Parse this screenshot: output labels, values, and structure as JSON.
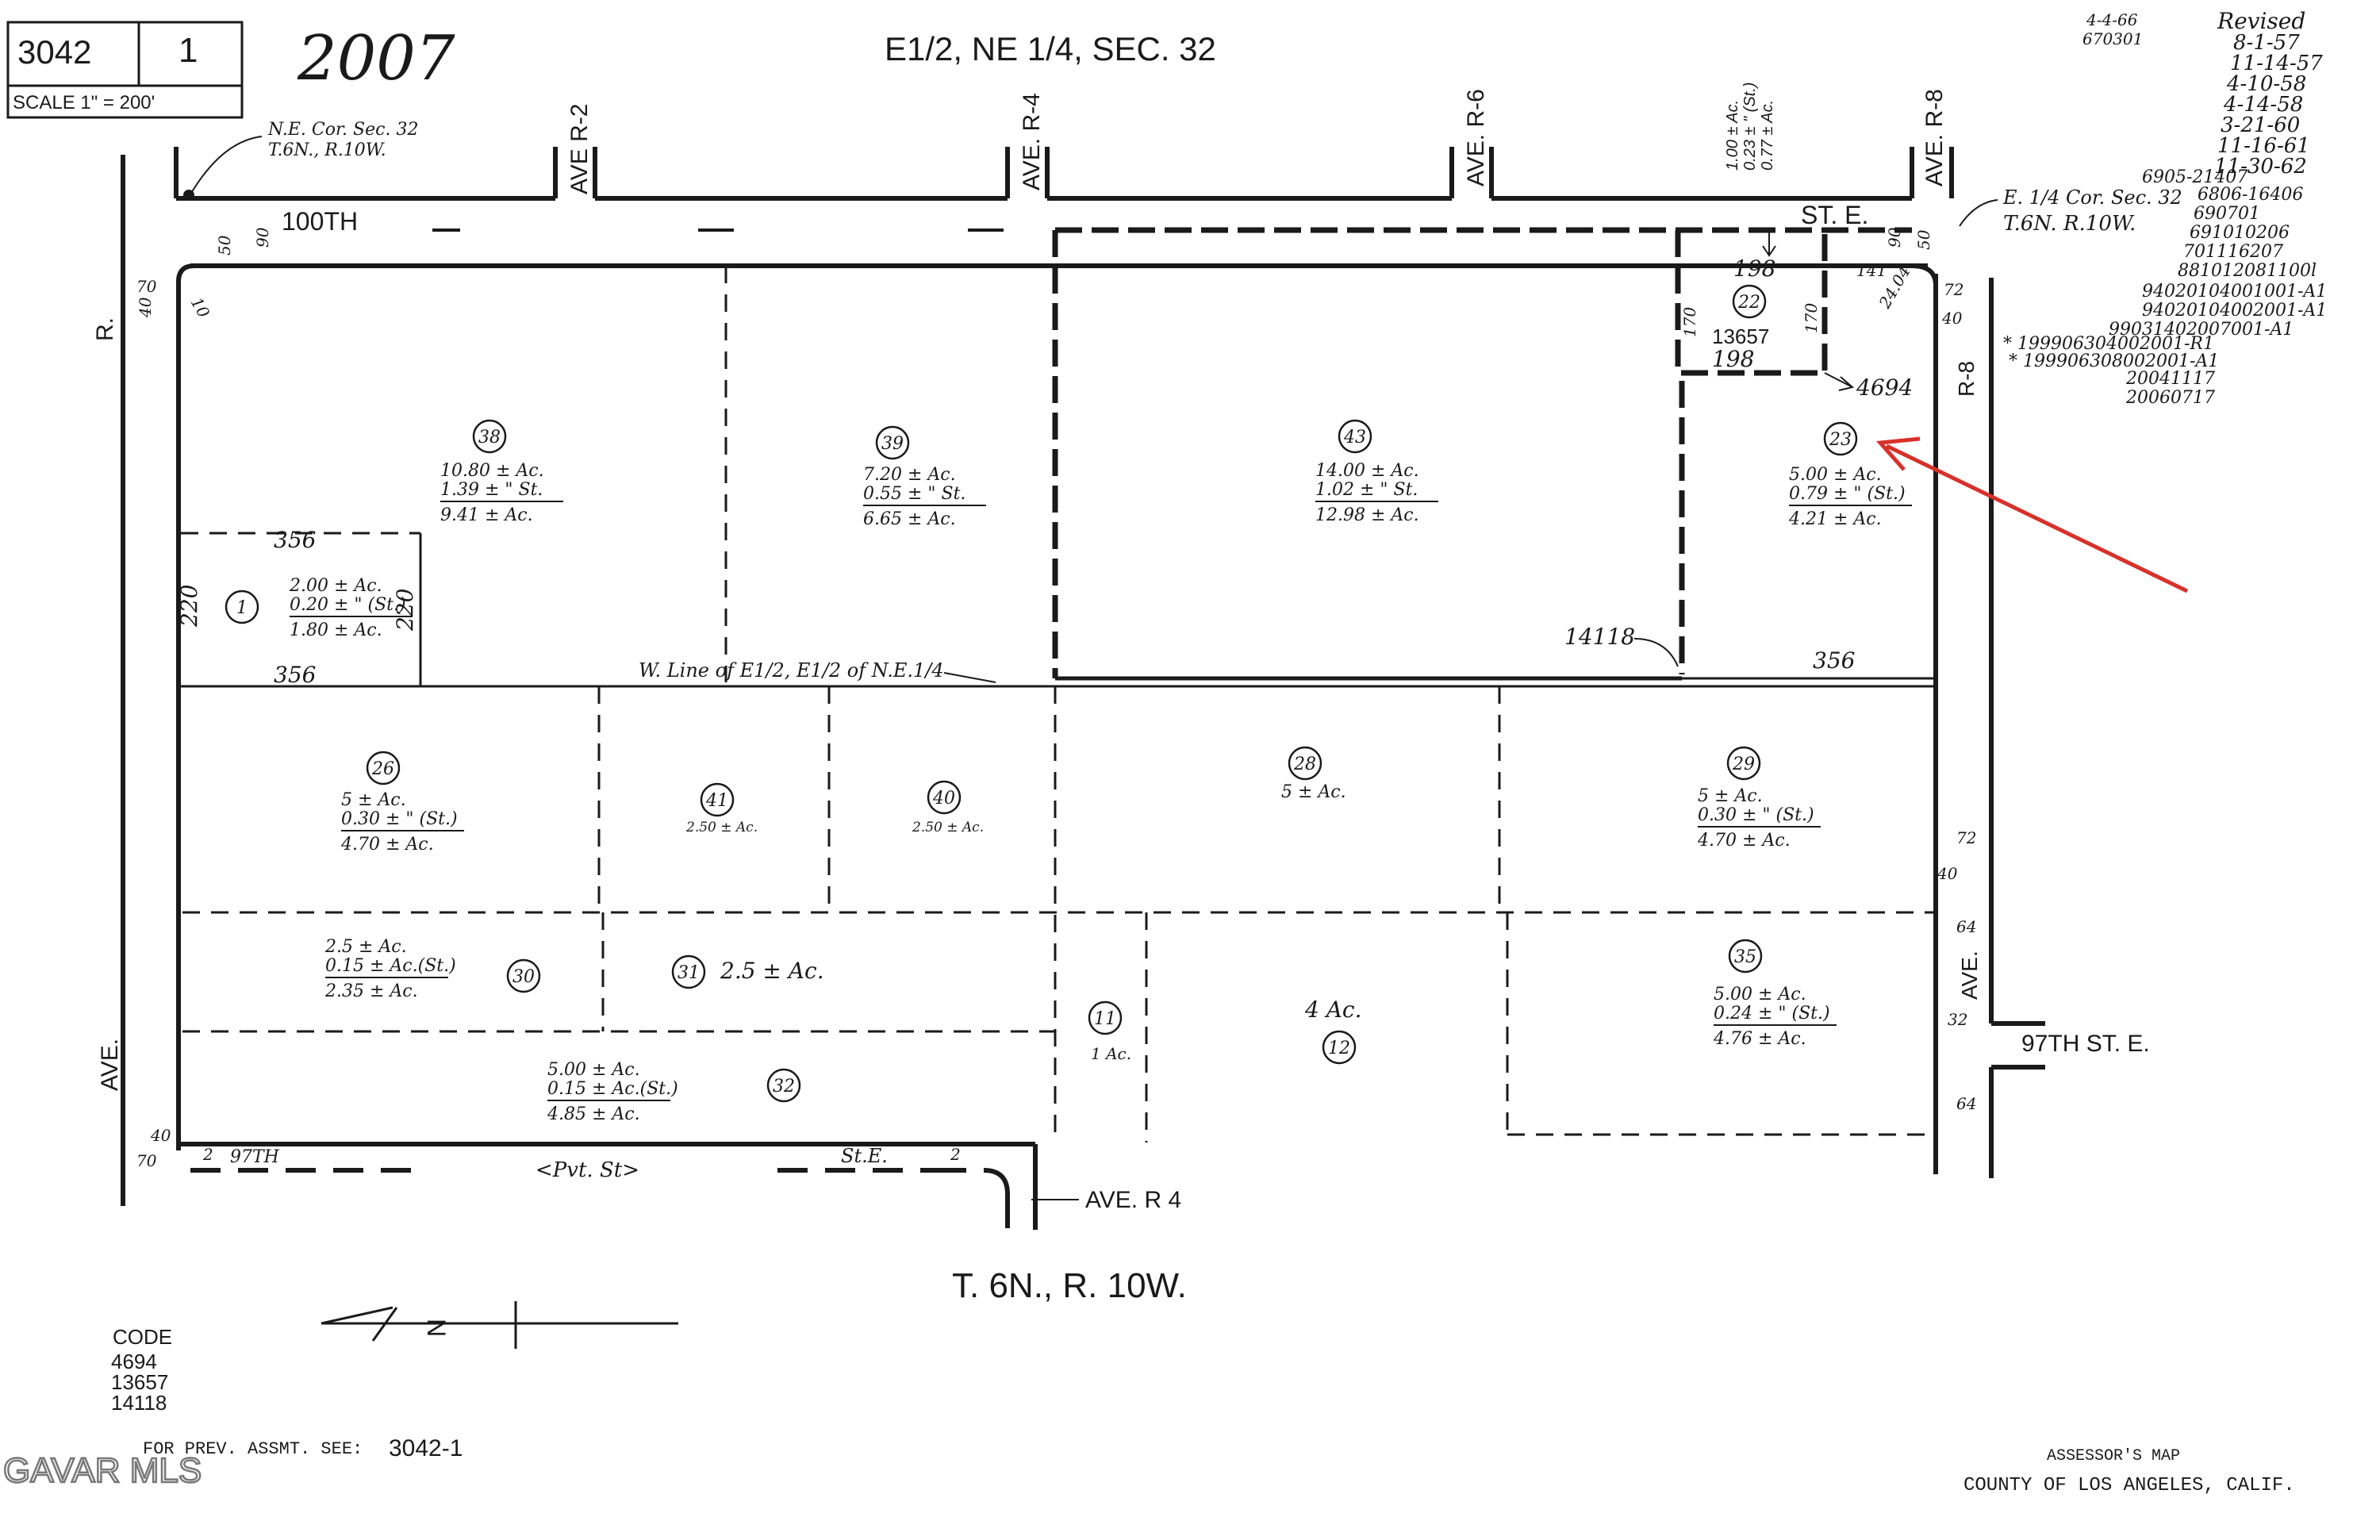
{
  "header": {
    "map_book": "3042",
    "map_page": "1",
    "scale": "SCALE 1\"  = 200'",
    "year": "2007",
    "title": "E1/2, NE 1/4, SEC. 32",
    "revision_date": "4-4-66",
    "revision_code": "670301",
    "revised_label": "Revised",
    "revisions": [
      "8-1-57",
      "11-14-57",
      "4-10-58",
      "4-14-58",
      "3-21-60",
      "11-16-61",
      "11-30-62"
    ],
    "revision_codes": [
      "6905-21407",
      "6806-16406",
      "690701",
      "691010206",
      "701116207",
      "881012081100l",
      "94020104001001-A1",
      "94020104002001-A1",
      "99031402007001-A1",
      "* 199906304002001-R1",
      "* 199906308002001-A1",
      "20041117",
      "20060717"
    ]
  },
  "streets": {
    "ave_r2": "AVE R-2",
    "ave_r4": "AVE. R-4",
    "ave_r6": "AVE. R-6",
    "ave_r8": "AVE. R-8",
    "street_100th": "100TH",
    "street_e": "ST. E.",
    "r8_side": "R-8",
    "ave_r8_bottom": "AVE.",
    "street_97th": "97TH ST. E.",
    "left_r": "R.",
    "left_ave": "AVE.",
    "pvt_st": "<Pvt. St>",
    "bottom_97th": "97TH",
    "bottom_ste": "St.E.",
    "ave_r4_bottom": "AVE. R 4",
    "township": "T. 6N., R. 10W.",
    "ne_cor": "N.E. Cor. Sec. 32",
    "ne_cor2": "T.6N., R.10W.",
    "e_cor": "E. 1/4 Cor. Sec. 32",
    "e_cor2": "T.6N. R.10W.",
    "w_line": "W. Line of E1/2, E1/2 of N.E.1/4"
  },
  "parcels": [
    {
      "id": "38",
      "acres": "10.80 ± Ac.",
      "street": "1.39 ± \" St.",
      "net": "9.41 ± Ac."
    },
    {
      "id": "39",
      "acres": "7.20 ± Ac.",
      "street": "0.55 ± \" St.",
      "net": "6.65 ± Ac."
    },
    {
      "id": "43",
      "acres": "14.00 ± Ac.",
      "street": "1.02 ± \" St.",
      "net": "12.98 ± Ac."
    },
    {
      "id": "22",
      "code": "13657"
    },
    {
      "id": "23",
      "acres": "5.00 ± Ac.",
      "street": "0.79 ± \" (St.)",
      "net": "4.21 ± Ac."
    },
    {
      "id": "1",
      "acres": "2.00 ± Ac.",
      "street": "0.20 ± \" (St.)",
      "net": "1.80 ± Ac."
    },
    {
      "id": "26",
      "acres": "5 ± Ac.",
      "street": "0.30 ± \" (St.)",
      "net": "4.70 ± Ac."
    },
    {
      "id": "41",
      "acres": "2.50 ± Ac."
    },
    {
      "id": "40",
      "acres": "2.50 ± Ac."
    },
    {
      "id": "28",
      "acres": "5 ± Ac."
    },
    {
      "id": "29",
      "acres": "5 ± Ac.",
      "street": "0.30 ± \" (St.)",
      "net": "4.70 ± Ac."
    },
    {
      "id": "30",
      "acres": "2.5 ± Ac.",
      "street": "0.15 ± Ac.(St.)",
      "net": "2.35 ± Ac."
    },
    {
      "id": "31",
      "acres": "2.5 ± Ac."
    },
    {
      "id": "11",
      "acres": "1 Ac."
    },
    {
      "id": "12",
      "acres": "4 Ac."
    },
    {
      "id": "35",
      "acres": "5.00 ± Ac.",
      "street": "0.24 ± \" (St.)",
      "net": "4.76 ± Ac."
    },
    {
      "id": "32",
      "acres": "5.00 ± Ac.",
      "street": "0.15 ± Ac.(St.)",
      "net": "4.85 ± Ac."
    }
  ],
  "dimensions": {
    "d356a": "356",
    "d356b": "356",
    "d356c": "356",
    "d220a": "220",
    "d220b": "220",
    "d198a": "198",
    "d198b": "198",
    "d170a": "170",
    "d170b": "170",
    "d141": "141",
    "d4694": "4694",
    "d14118": "14118",
    "d50": "50",
    "d90": "90",
    "d90r": "90",
    "d50r": "50",
    "d70": "70",
    "d40": "40",
    "d10": "10",
    "d72": "72",
    "d40r": "40",
    "d24": "24.04",
    "d72b": "72",
    "d40b": "40",
    "d64": "64",
    "d32": "32",
    "d64b": "64",
    "d70b": "70",
    "d40c": "40",
    "d2a": "2",
    "d2b": "2",
    "vert_strip_1": "1.00 ± Ac.",
    "vert_strip_2": "0.23 ± \" (St.)",
    "vert_strip_3": "0.77 ± Ac."
  },
  "footer": {
    "code_label": "CODE",
    "codes": [
      "4694",
      "13657",
      "14118"
    ],
    "prev_assmt": "FOR PREV. ASSMT. SEE:",
    "prev_ref": "3042-1",
    "watermark": "GAVAR MLS",
    "assessor1": "ASSESSOR'S MAP",
    "assessor2": "COUNTY OF LOS ANGELES, CALIF."
  },
  "colors": {
    "ink": "#1a1a1a",
    "arrow": "#d9302a"
  }
}
